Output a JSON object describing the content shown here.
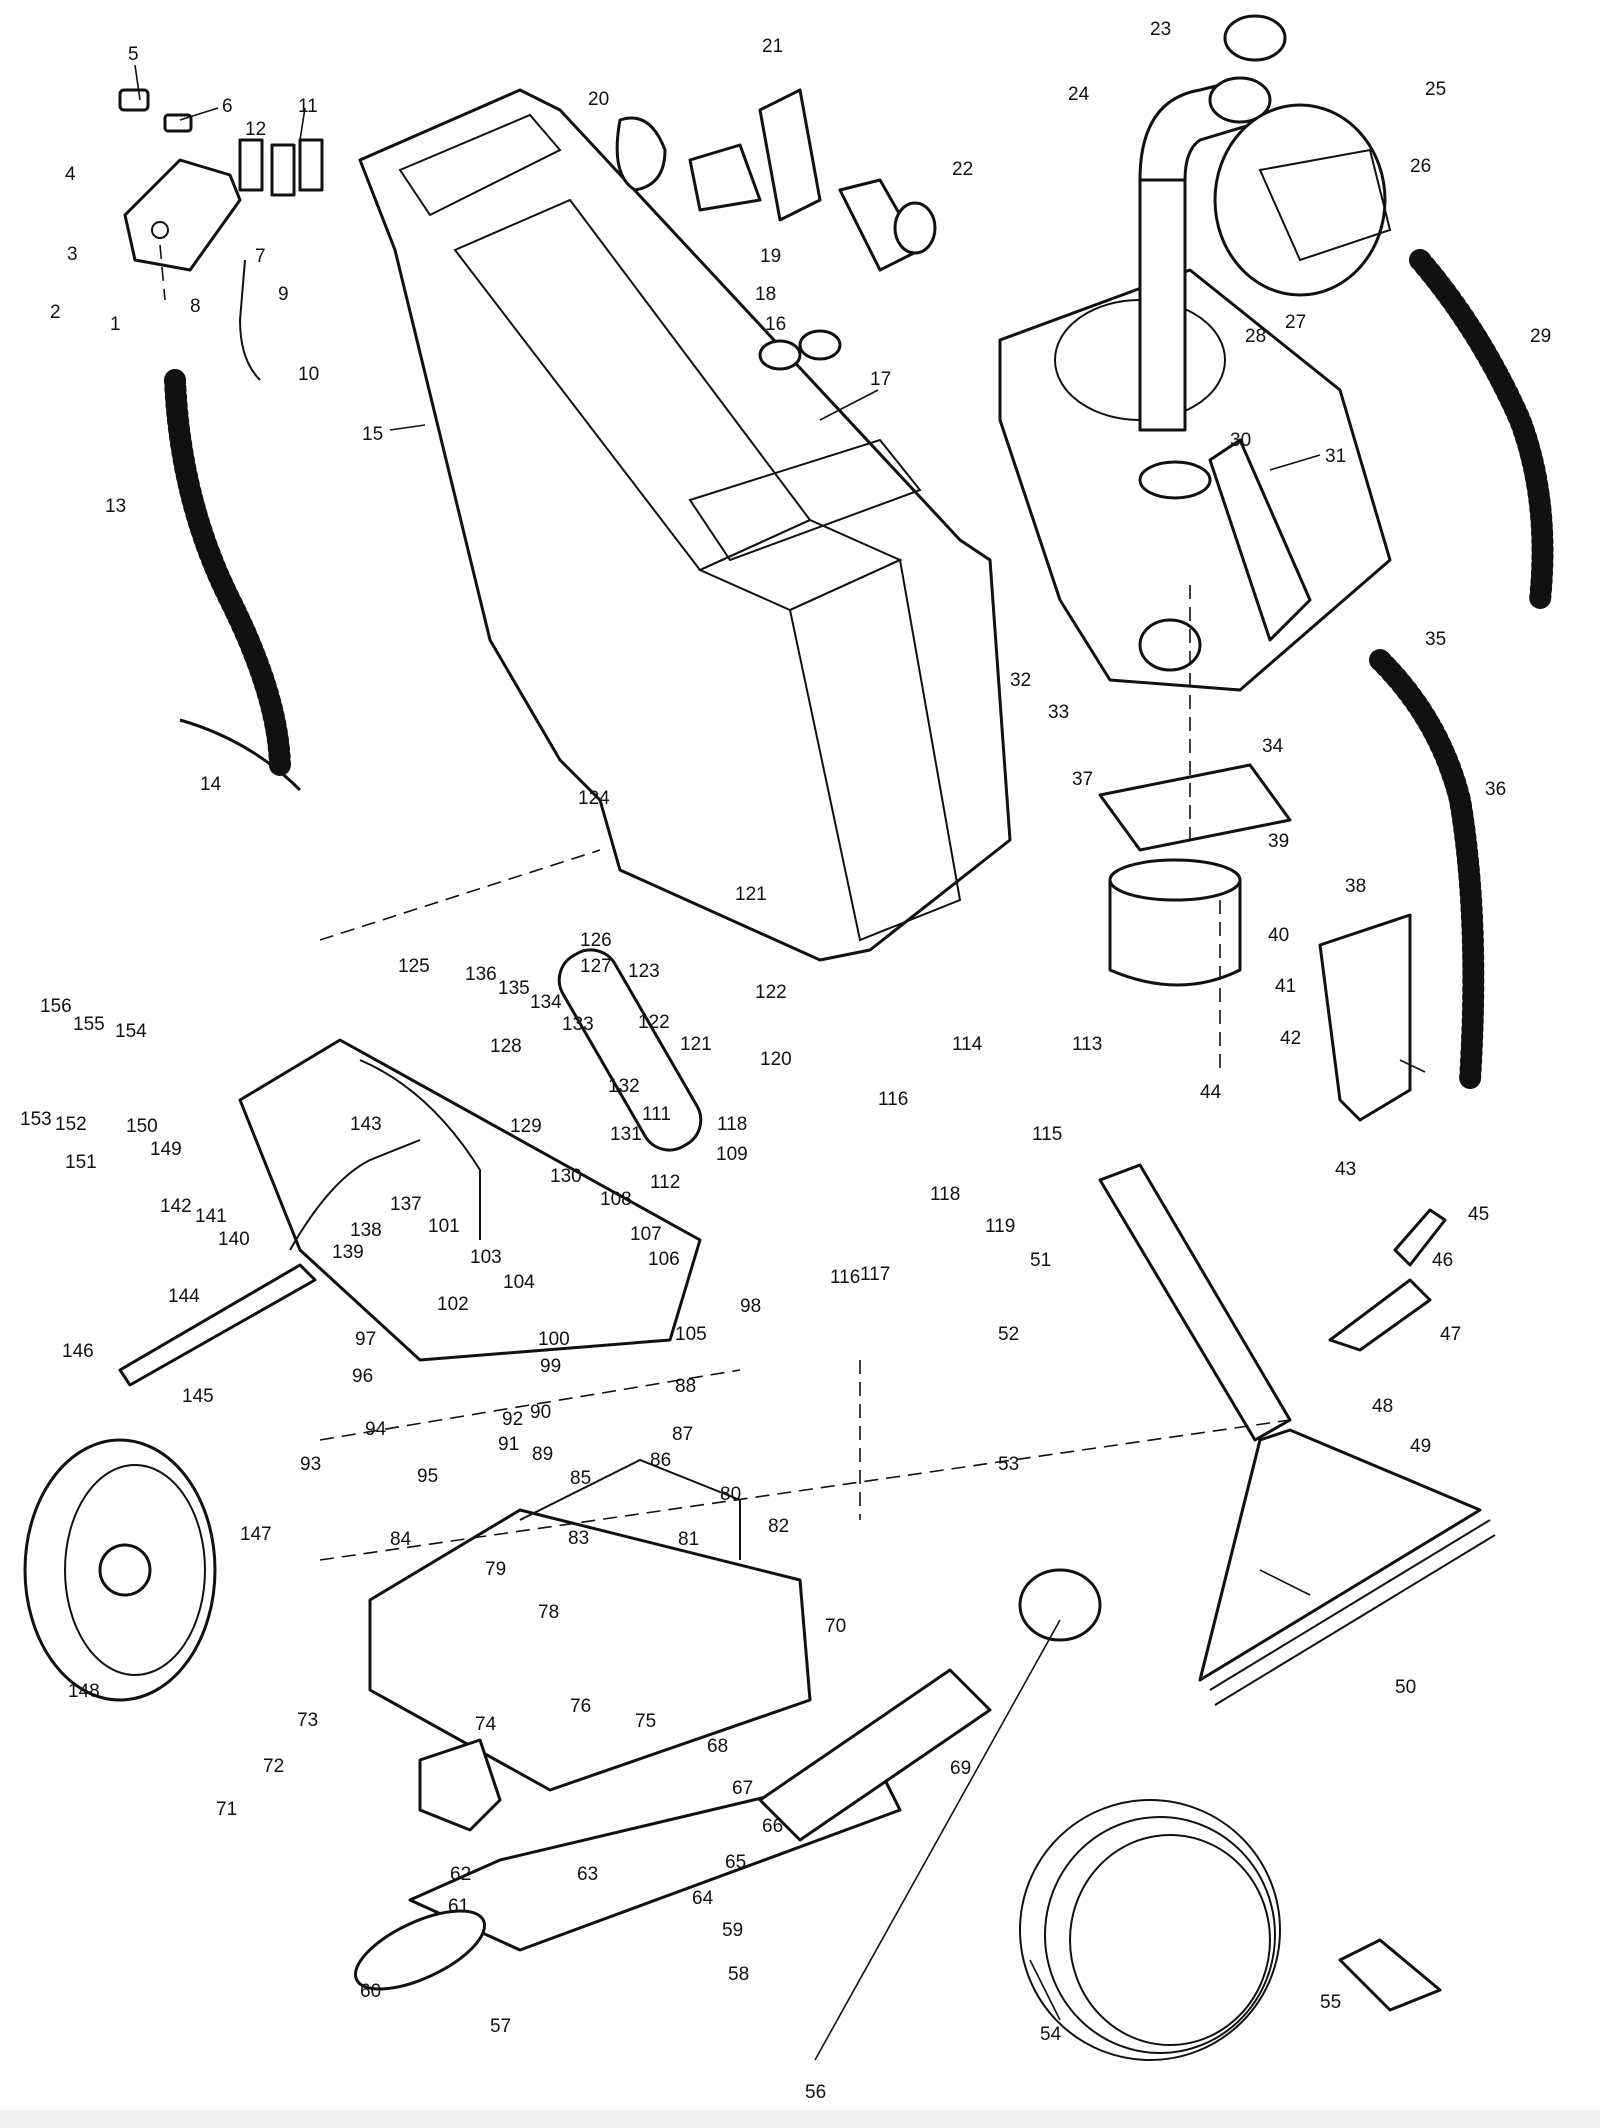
{
  "labels": {
    "n1": "1",
    "n2": "2",
    "n3": "3",
    "n4": "4",
    "n5": "5",
    "n6": "6",
    "n7": "7",
    "n8": "8",
    "n9": "9",
    "n10": "10",
    "n11": "11",
    "n12": "12",
    "n13": "13",
    "n14": "14",
    "n15": "15",
    "n16": "16",
    "n17": "17",
    "n18": "18",
    "n19": "19",
    "n20": "20",
    "n21": "21",
    "n22": "22",
    "n23": "23",
    "n24": "24",
    "n25": "25",
    "n26": "26",
    "n27": "27",
    "n28": "28",
    "n29": "29",
    "n30": "30",
    "n31": "31",
    "n32": "32",
    "n33": "33",
    "n34": "34",
    "n35": "35",
    "n36": "36",
    "n37": "37",
    "n38": "38",
    "n39": "39",
    "n40": "40",
    "n41": "41",
    "n42": "42",
    "n43": "43",
    "n44": "44",
    "n45": "45",
    "n46": "46",
    "n47": "47",
    "n48": "48",
    "n49": "49",
    "n50": "50",
    "n51": "51",
    "n52": "52",
    "n53": "53",
    "n54": "54",
    "n55": "55",
    "n56": "56",
    "n57": "57",
    "n58": "58",
    "n59": "59",
    "n60": "60",
    "n61": "61",
    "n62": "62",
    "n63": "63",
    "n64": "64",
    "n65": "65",
    "n66": "66",
    "n67": "67",
    "n68": "68",
    "n69": "69",
    "n70": "70",
    "n71": "71",
    "n72": "72",
    "n73": "73",
    "n74": "74",
    "n75": "75",
    "n76": "76",
    "n78": "78",
    "n79": "79",
    "n80": "80",
    "n81": "81",
    "n82": "82",
    "n83": "83",
    "n84": "84",
    "n85": "85",
    "n86": "86",
    "n87": "87",
    "n88": "88",
    "n89": "89",
    "n90": "90",
    "n91": "91",
    "n92": "92",
    "n93": "93",
    "n94": "94",
    "n95": "95",
    "n96": "96",
    "n97": "97",
    "n98": "98",
    "n99": "99",
    "n100": "100",
    "n101": "101",
    "n102": "102",
    "n103": "103",
    "n104": "104",
    "n105": "105",
    "n106": "106",
    "n107": "107",
    "n108": "108",
    "n109": "109",
    "n111": "111",
    "n112": "112",
    "n113": "113",
    "n114": "114",
    "n115": "115",
    "n116a": "116",
    "n116b": "116",
    "n117": "117",
    "n118a": "118",
    "n118b": "118",
    "n119": "119",
    "n120": "120",
    "n121a": "121",
    "n121b": "121",
    "n122a": "122",
    "n122b": "122",
    "n123": "123",
    "n124": "124",
    "n125": "125",
    "n126": "126",
    "n127": "127",
    "n128": "128",
    "n129": "129",
    "n130": "130",
    "n131": "131",
    "n132": "132",
    "n133": "133",
    "n134": "134",
    "n135": "135",
    "n136": "136",
    "n137": "137",
    "n138": "138",
    "n139": "139",
    "n140": "140",
    "n141": "141",
    "n142": "142",
    "n143": "143",
    "n144": "144",
    "n145": "145",
    "n146": "146",
    "n147": "147",
    "n148": "148",
    "n149": "149",
    "n150": "150",
    "n151": "151",
    "n152": "152",
    "n153": "153",
    "n154": "154",
    "n155": "155",
    "n156": "156"
  }
}
